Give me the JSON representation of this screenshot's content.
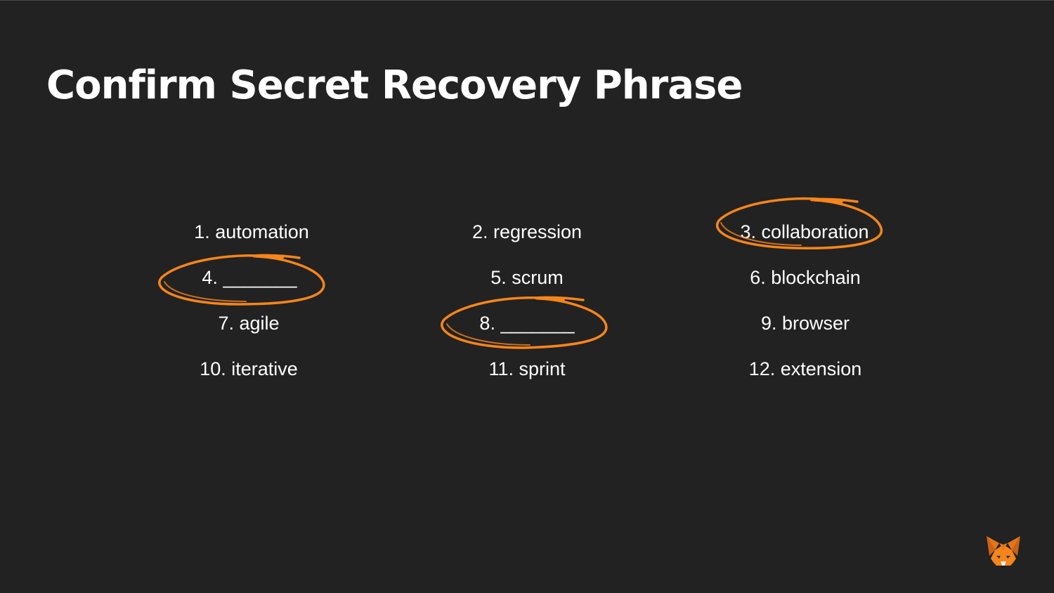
{
  "page": {
    "title": "Confirm Secret Recovery Phrase",
    "background": "#222222",
    "accent": "#f6851b"
  },
  "phrase": {
    "words": [
      {
        "text": "1. automation",
        "highlighted": false
      },
      {
        "text": "2. regression",
        "highlighted": false
      },
      {
        "text": "3. collaboration",
        "highlighted": true
      },
      {
        "text": "4. _______",
        "highlighted": true
      },
      {
        "text": "5. scrum",
        "highlighted": false
      },
      {
        "text": "6. blockchain",
        "highlighted": false
      },
      {
        "text": "7. agile",
        "highlighted": false
      },
      {
        "text": "8. _______",
        "highlighted": true
      },
      {
        "text": "9. browser",
        "highlighted": false
      },
      {
        "text": "10. iterative",
        "highlighted": false
      },
      {
        "text": "11. sprint",
        "highlighted": false
      },
      {
        "text": "12. extension",
        "highlighted": false
      }
    ]
  },
  "logo": {
    "icon": "metamask-fox-icon"
  }
}
